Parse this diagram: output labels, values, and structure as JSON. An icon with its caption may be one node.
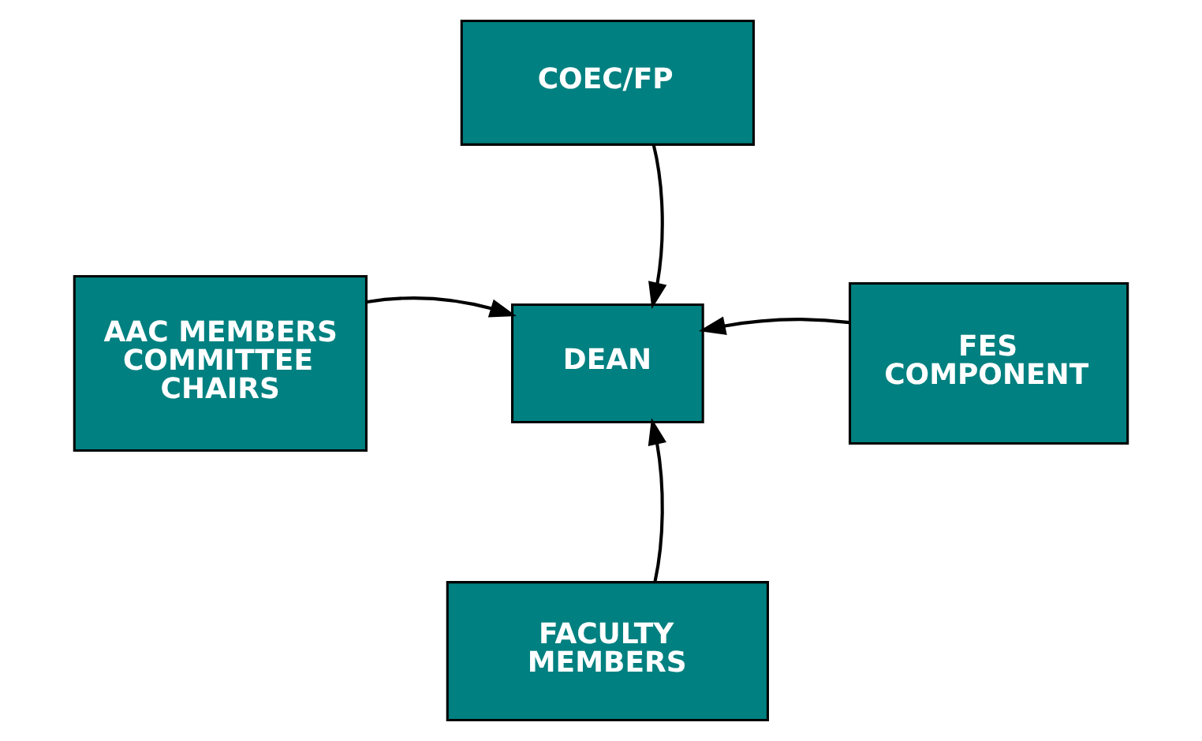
{
  "diagram": {
    "nodes": [
      {
        "text": [
          "COEC/FP"
        ]
      },
      {
        "text": [
          "AAC MEMBERS COMMITTEE CHAIRS"
        ]
      },
      {
        "text": [
          "DEAN"
        ]
      },
      {
        "text": [
          "FES COMPONENT"
        ]
      },
      {
        "text": [
          "FACULTY MEMBERS"
        ]
      }
    ],
    "edges": [
      {
        "from": 0,
        "to": 2,
        "arrow": "to"
      },
      {
        "from": 1,
        "to": 2,
        "arrow": "to"
      },
      {
        "from": 3,
        "to": 2,
        "arrow": "to"
      },
      {
        "from": 4,
        "to": 2,
        "arrow": "to"
      }
    ]
  }
}
